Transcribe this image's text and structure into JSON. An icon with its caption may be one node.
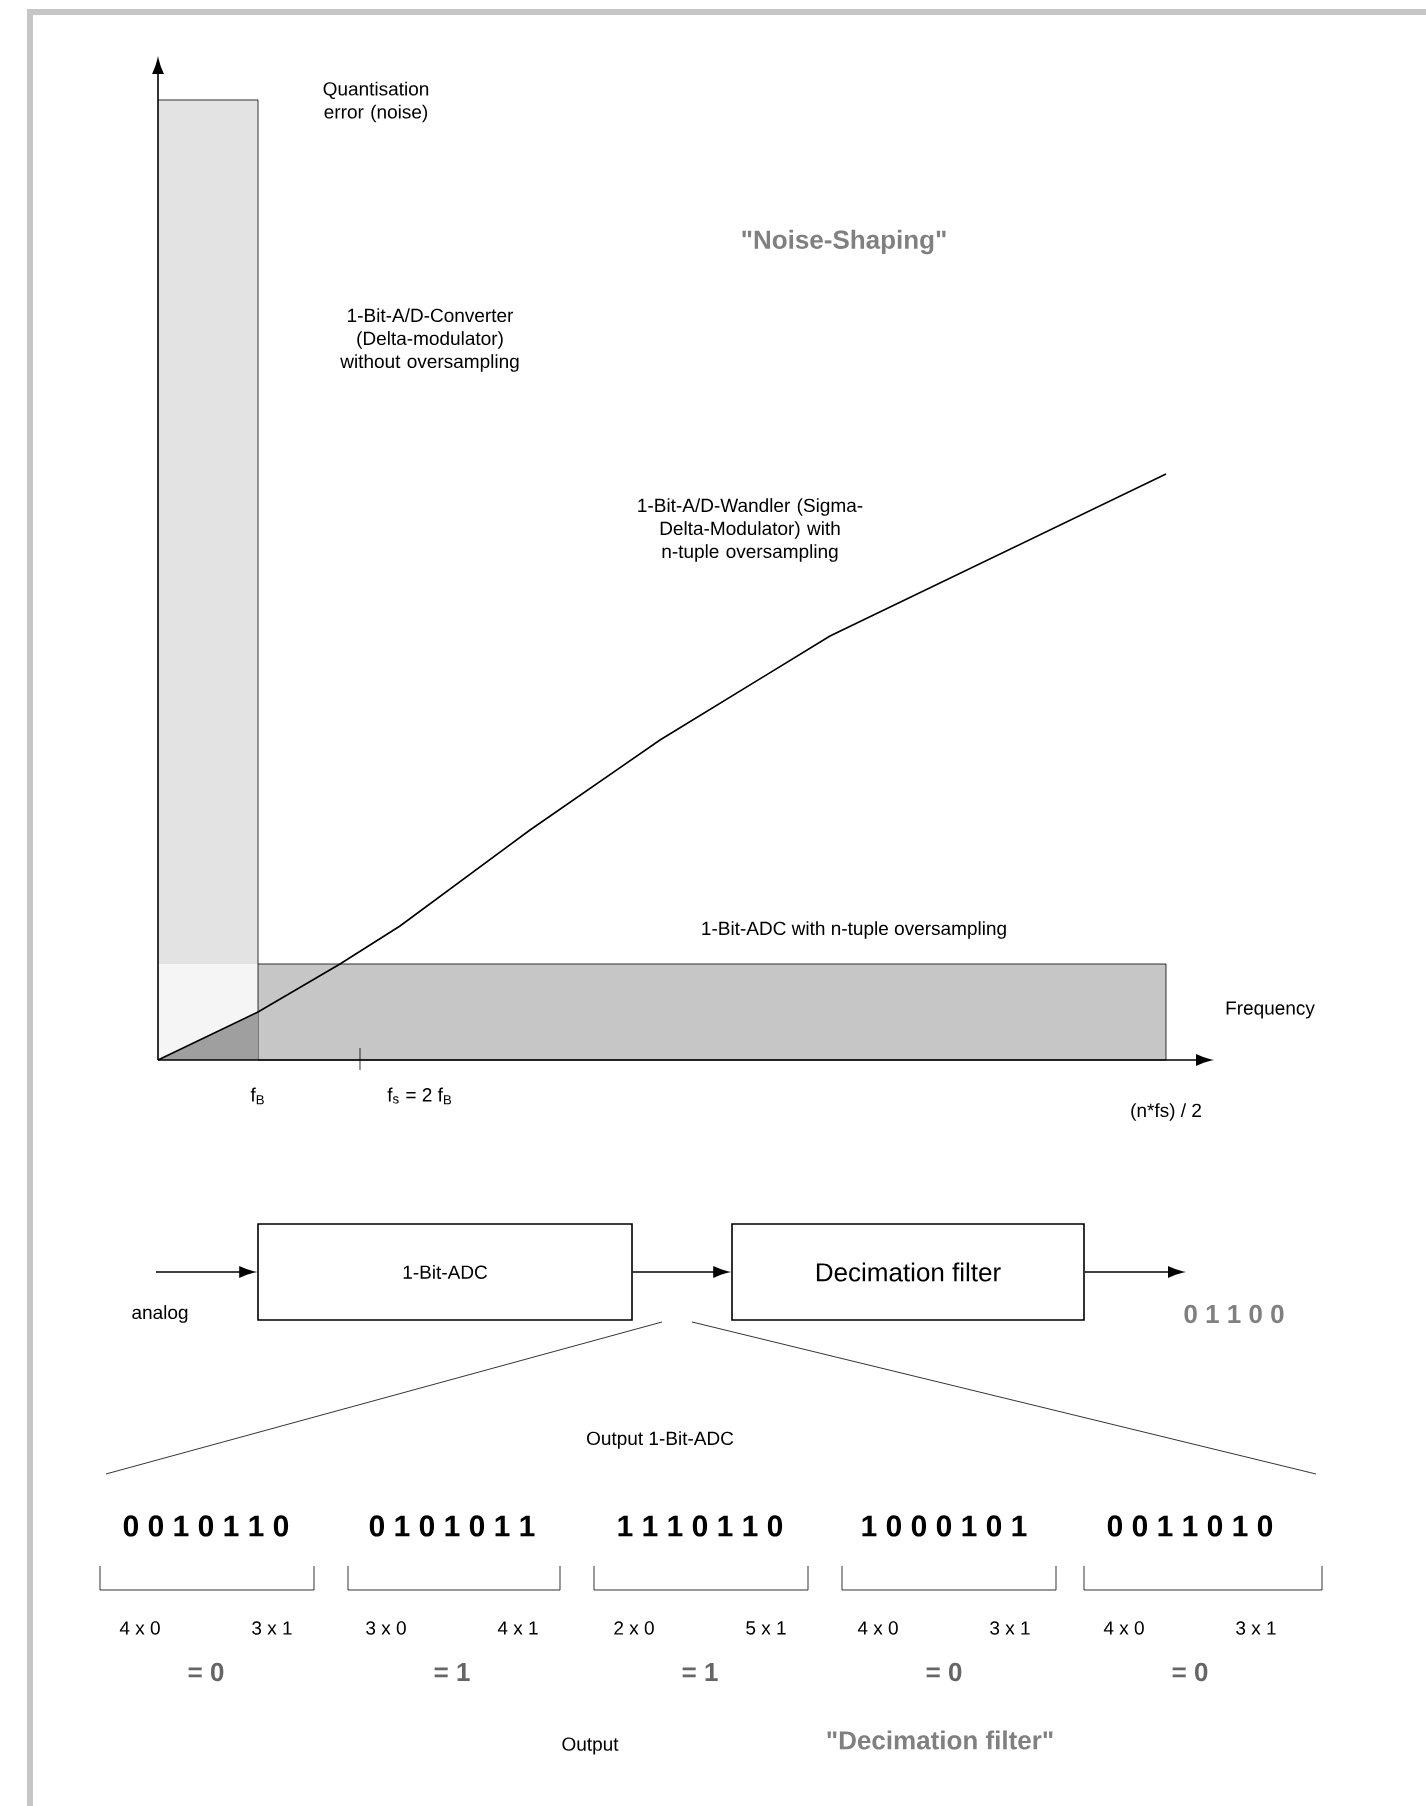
{
  "diagram": {
    "nodes": [
      {
        "text": [
          "1-Bit-ADC"
        ]
      },
      {
        "text": [
          "Decimation filter"
        ]
      }
    ],
    "edges": [
      {
        "from": null,
        "to": 0,
        "arrow": "to",
        "label": "analog"
      },
      {
        "from": 0,
        "to": 1,
        "arrow": "to"
      },
      {
        "from": 1,
        "to": null,
        "arrow": "to",
        "label": "0 1 1 0 0"
      }
    ],
    "labels": [
      "Quantisation error (noise)",
      "\"Noise-Shaping\"",
      "1-Bit-A/D-Converter (Delta-modulator) without oversampling",
      "1-Bit-A/D-Wandler (Sigma-Delta-Modulator) with n-tuple oversampling",
      "1-Bit-ADC with n-tuple oversampling",
      "Frequency",
      "f$_{B}$",
      "f$_{s}$ = 2 f$_{B}$",
      "(n*fs) / 2",
      "Output 1-Bit-ADC",
      "0 0 1 0 1 1 0",
      "0 1 0 1 0 1 1",
      "1 1 1 0 1 1 0",
      "1 0 0 0 1 0 1",
      "0 0 1 1 0 1 0",
      "4 x 0",
      "3 x 1",
      "3 x 0",
      "4 x 1",
      "2 x 0",
      "5 x 1",
      "4 x 0",
      "3 x 1",
      "4 x 0",
      "3 x 1",
      "= 0",
      "= 1",
      "= 1",
      "= 0",
      "= 0",
      "Output",
      "\"Decimation filter\""
    ]
  }
}
